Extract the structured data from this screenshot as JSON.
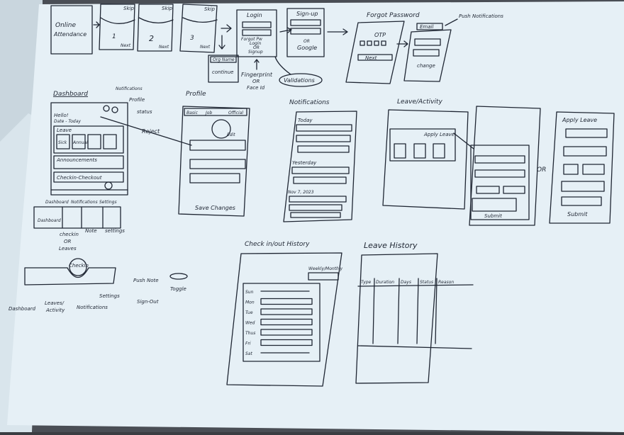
{
  "onboarding": {
    "splash": [
      "Online",
      "Attendance"
    ],
    "skip": "Skip",
    "next": "Next",
    "pages": [
      "1",
      "2",
      "3"
    ]
  },
  "login": {
    "title": "Login",
    "forgot": "Forgot Pw",
    "cta": "Login",
    "or": "OR",
    "signup": "Signup"
  },
  "org": {
    "field": "Org Name",
    "button": "continue"
  },
  "biometric": [
    "Fingerprint",
    "OR",
    "Face Id"
  ],
  "validations": "Validations",
  "signup": {
    "title": "Sign-up",
    "or": "OR",
    "google": "Google"
  },
  "forgot_password": {
    "title": "Forgot Password",
    "otp": "OTP",
    "next": "Next"
  },
  "change_password": {
    "email": "Email",
    "change": "change",
    "note": "Push Notifications"
  },
  "dashboard": {
    "title": "Dashboard",
    "greeting": "Hello!",
    "date": "Date - Today",
    "leave": "Leave",
    "leave_cards": [
      "Sick",
      "Annual"
    ],
    "announcements": "Announcements",
    "checkin": "Checkin-Checkout",
    "tabs": [
      "Dashboard",
      "Notifications",
      "Settings"
    ],
    "annotations": {
      "notifications": "Notifications",
      "profile": "Profile",
      "status": "status",
      "reject": "Reject"
    }
  },
  "bottom_nav_alt": {
    "first": "Dashboard",
    "labels": [
      "checkin",
      "Note",
      "settings"
    ],
    "or": "OR",
    "leaves": "Leaves"
  },
  "checkin_nav": {
    "center": "Checkin",
    "labels": [
      "Dashboard",
      "Leaves/",
      "Activity",
      "Notifications",
      "Settings"
    ],
    "settings_options": [
      "Push Note",
      "Sign-Out"
    ],
    "toggle": "Toggle"
  },
  "profile": {
    "title": "Profile",
    "tabs": [
      "Basic",
      "Job",
      "Official"
    ],
    "edit": "Edit",
    "save": "Save Changes"
  },
  "notifications": {
    "title": "Notifications",
    "groups": [
      "Today",
      "Yesterday",
      "Nov 7, 2023"
    ]
  },
  "leave_activity": {
    "title": "Leave/Activity",
    "apply": "Apply Leave",
    "submit": "Submit",
    "or": "OR"
  },
  "apply_leave": {
    "title": "Apply Leave",
    "submit": "Submit"
  },
  "checkin_history": {
    "title": "Check in/out History",
    "filter": "Weekly/Monthly",
    "days": [
      "Sun",
      "Mon",
      "Tue",
      "Wed",
      "Thus",
      "Fri",
      "Sat"
    ]
  },
  "leave_history": {
    "title": "Leave History",
    "columns": [
      "Type",
      "Duration",
      "Days",
      "Status",
      "Reason"
    ]
  }
}
